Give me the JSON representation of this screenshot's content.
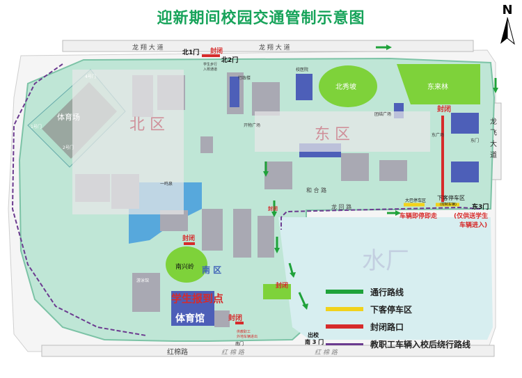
{
  "title": "迎新期间校园交通管制示意图",
  "north": "N",
  "roads": {
    "top": "龙 翔 大 道",
    "right_1": "龙",
    "right_2": "飞",
    "right_3": "大",
    "right_4": "道",
    "bottom": "红棉路",
    "bottom_italic": "红 棉 路",
    "inner_long": "龙 回 路",
    "he_he": "和 合 路",
    "long_hui": "龙 回 路"
  },
  "zones": {
    "north": "北  区",
    "east": "东  区",
    "south": "南  区",
    "water": "水厂"
  },
  "labels": {
    "north_gate_1": "北1门",
    "north_gate_2": "北2门",
    "closed_top": "封闭",
    "closed_east": "封闭",
    "closed_south": "封闭",
    "closed_south_gate": "封闭",
    "closed_east_road": "封闭",
    "closed_mid": "封闭",
    "east_gate_3": "东3门",
    "south_gate_3": "南 3 门",
    "exit": "出校",
    "south_gate": "南门",
    "stadium": "体育场",
    "gym": "体育馆",
    "student_reg": "学生报到点",
    "nanxing": "南兴岭",
    "beixiu": "北秀坡",
    "donglai": "东来林",
    "dropoff_zone": "下客停车区",
    "dropoff_sub": "(限制车辆)",
    "special_note_1": "(仅供送学生",
    "special_note_2": "车辆进入)",
    "pickup_note": "车辆即停即走",
    "big_bus": "大巴停车区",
    "lake": "一鸣泉",
    "swim": "游泳馆",
    "gate_east_small": "东门",
    "staff_note_1": "供教职工",
    "staff_note_2": "外地车辆进出",
    "north_note_1": "学生步行",
    "north_note_2": "入校通道",
    "gate_4": "4号门",
    "gate_1": "1号门",
    "gate_2": "2号门",
    "kaiyuan": "开物广场",
    "xiangjing": "校医院",
    "libr": "行政楼",
    "east_sq": "东广场",
    "tuanjie": "团结广场"
  },
  "legend": [
    {
      "label": "通行路线",
      "color": "#1fa23a"
    },
    {
      "label": "下客停车区",
      "color": "#f1d21b"
    },
    {
      "label": "封闭路口",
      "color": "#d62b2b"
    },
    {
      "label": "教职工车辆入校后绕行路线",
      "color": "#6b3a8f"
    }
  ],
  "colors": {
    "campus": "#bfe6d6",
    "building": "#a9a9b3",
    "zone_overlay": "#ececec",
    "water": "#57a8dc",
    "green": "#7ed23a",
    "closed": "#d62b2b",
    "route": "#1fa23a",
    "staff_route": "#6b3a8f",
    "dropoff": "#f1d21b"
  }
}
